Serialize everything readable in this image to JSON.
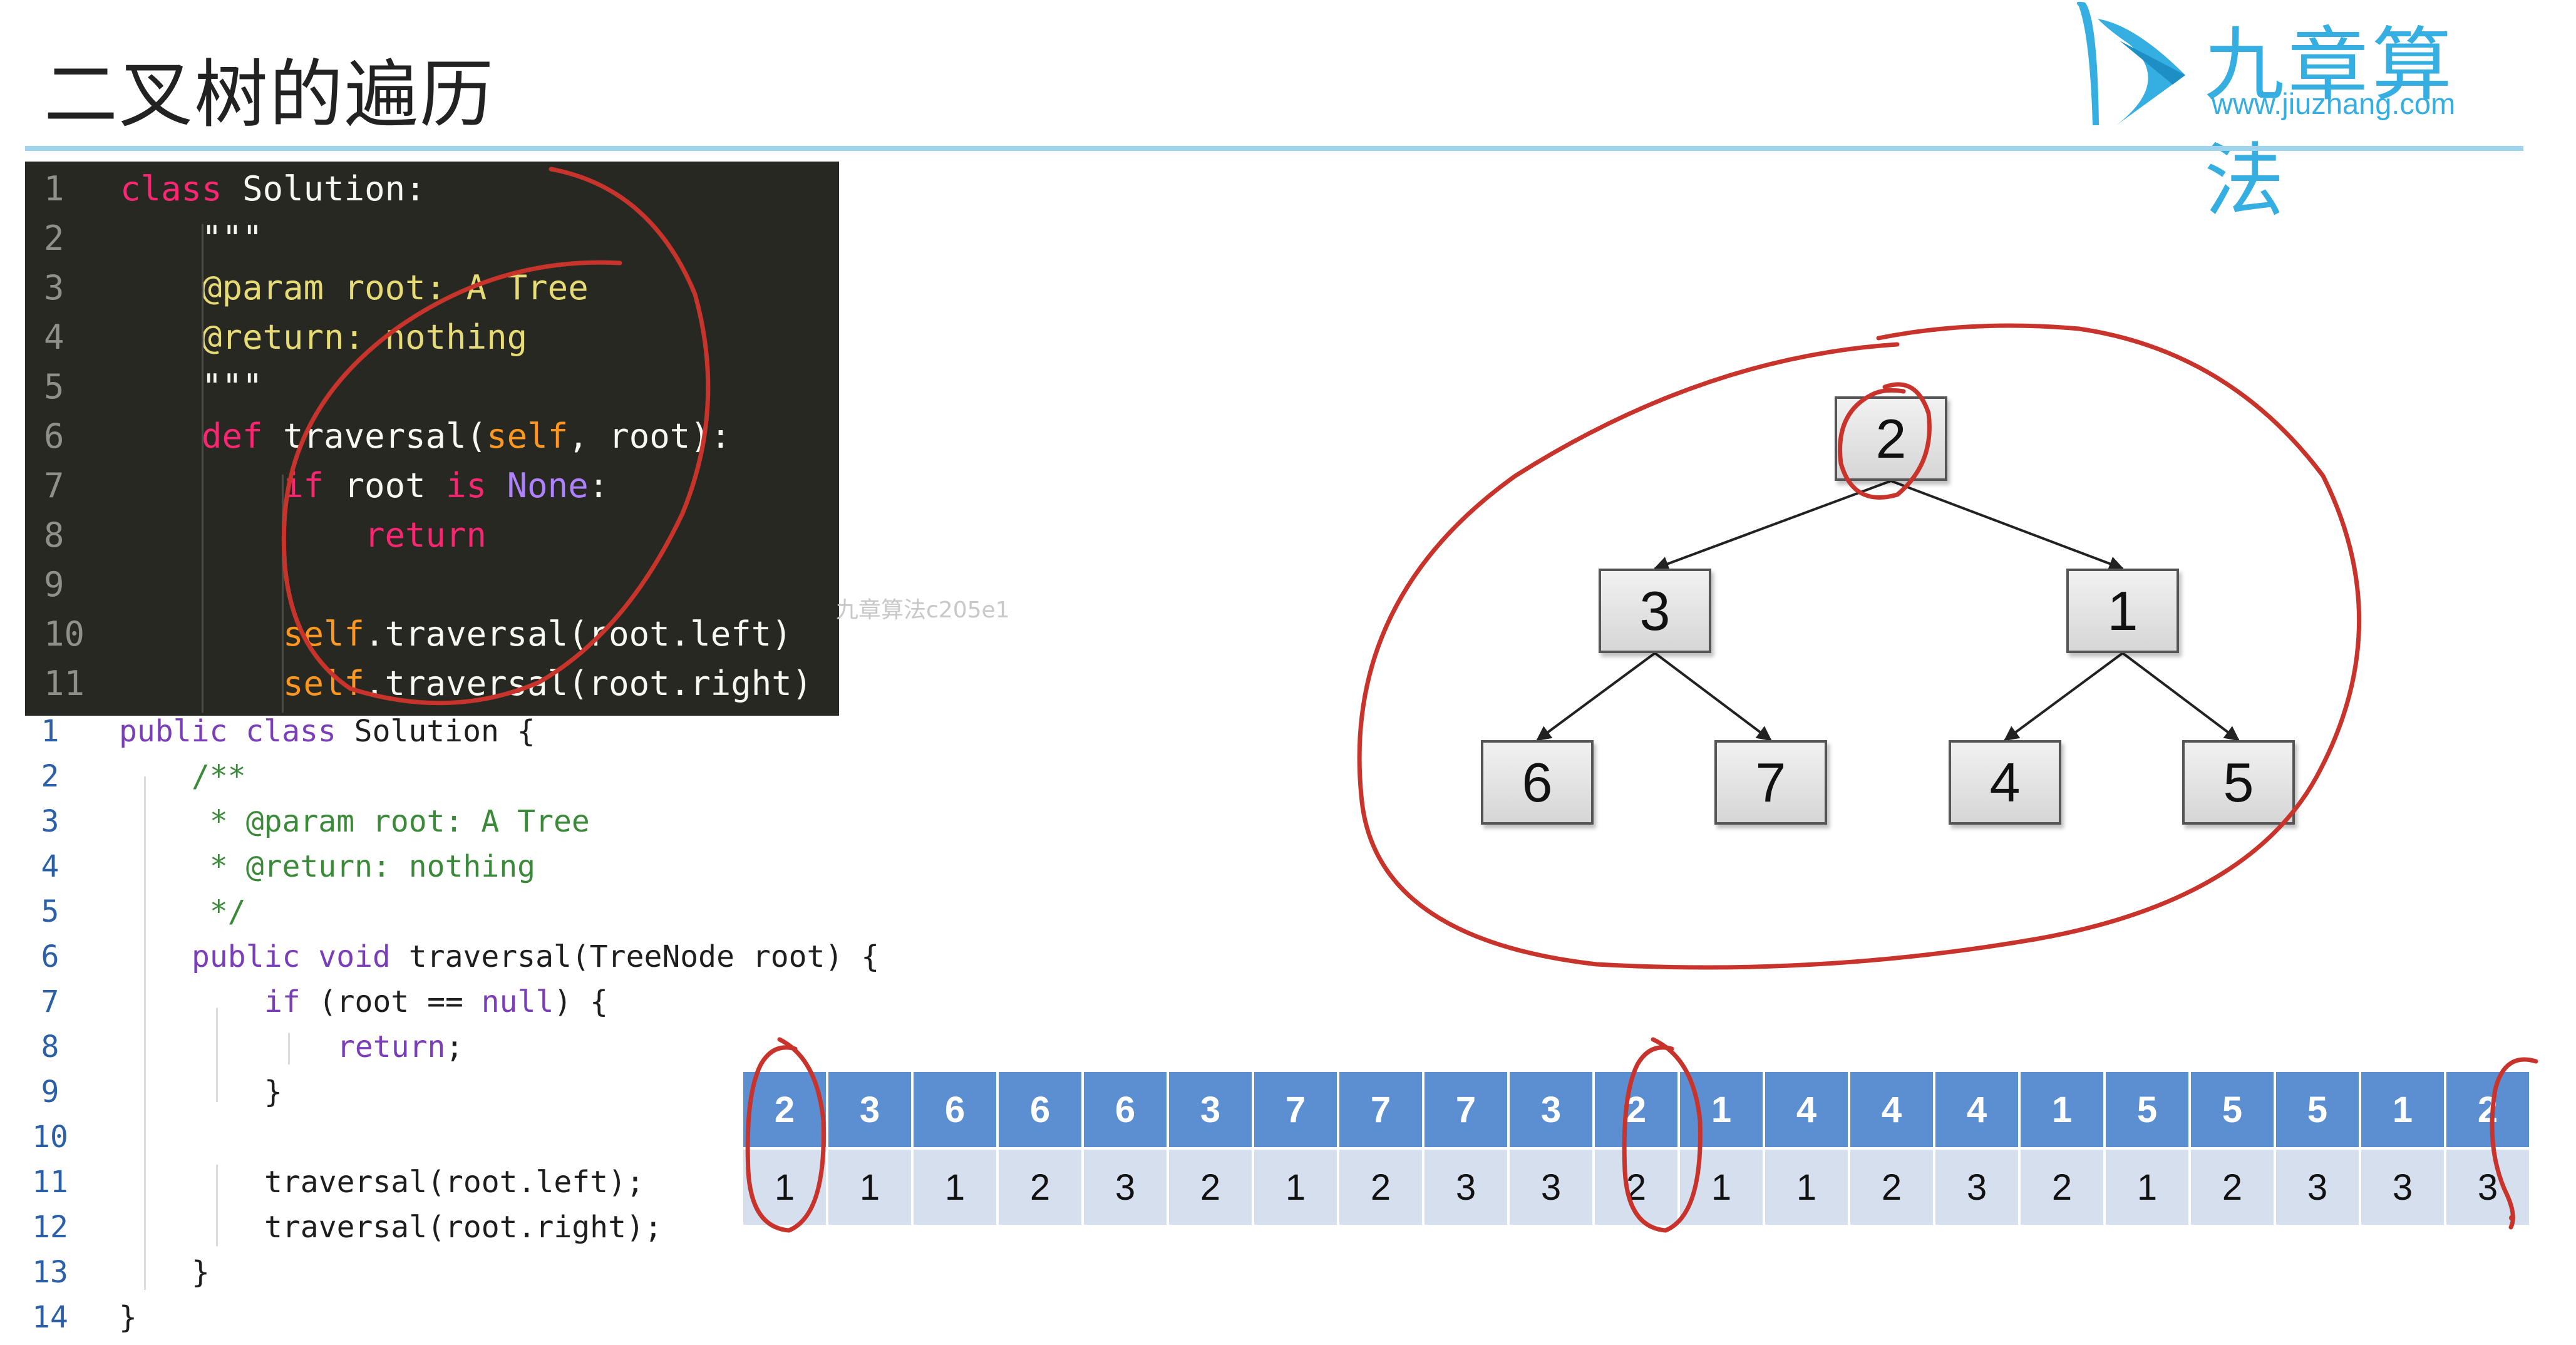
{
  "slide": {
    "title": "二叉树的遍历",
    "watermark": "九章算法c205e1"
  },
  "logo": {
    "name": "九章算法",
    "url": "www.jiuzhang.com",
    "color": "#35aee2"
  },
  "python_code": {
    "lines": [
      {
        "n": "1",
        "indent": 0,
        "tokens": [
          {
            "t": "class",
            "c": "kw"
          },
          {
            "t": " Solution:",
            "c": "pl"
          }
        ]
      },
      {
        "n": "2",
        "indent": 1,
        "tokens": [
          {
            "t": "\"\"\"",
            "c": "pl"
          }
        ]
      },
      {
        "n": "3",
        "indent": 1,
        "tokens": [
          {
            "t": "@param root: A Tree",
            "c": "doc"
          }
        ]
      },
      {
        "n": "4",
        "indent": 1,
        "tokens": [
          {
            "t": "@return: nothing",
            "c": "doc"
          }
        ]
      },
      {
        "n": "5",
        "indent": 1,
        "tokens": [
          {
            "t": "\"\"\"",
            "c": "pl"
          }
        ]
      },
      {
        "n": "6",
        "indent": 1,
        "tokens": [
          {
            "t": "def",
            "c": "kw"
          },
          {
            "t": " traversal(",
            "c": "pl"
          },
          {
            "t": "self",
            "c": "self"
          },
          {
            "t": ", root):",
            "c": "pl"
          }
        ]
      },
      {
        "n": "7",
        "indent": 2,
        "tokens": [
          {
            "t": "if",
            "c": "kw"
          },
          {
            "t": " root ",
            "c": "pl"
          },
          {
            "t": "is",
            "c": "kw"
          },
          {
            "t": " ",
            "c": "pl"
          },
          {
            "t": "None",
            "c": "const"
          },
          {
            "t": ":",
            "c": "pl"
          }
        ]
      },
      {
        "n": "8",
        "indent": 3,
        "tokens": [
          {
            "t": "return",
            "c": "kw"
          }
        ]
      },
      {
        "n": "9",
        "indent": 0,
        "tokens": []
      },
      {
        "n": "10",
        "indent": 2,
        "tokens": [
          {
            "t": "self",
            "c": "self"
          },
          {
            "t": ".traversal(root.left)",
            "c": "pl"
          }
        ]
      },
      {
        "n": "11",
        "indent": 2,
        "tokens": [
          {
            "t": "self",
            "c": "self"
          },
          {
            "t": ".traversal(root.right)",
            "c": "pl"
          }
        ]
      }
    ]
  },
  "java_code": {
    "lines": [
      {
        "n": "1",
        "indent": 0,
        "tokens": [
          {
            "t": "public class",
            "c": "kw"
          },
          {
            "t": " Solution {",
            "c": "pl"
          }
        ]
      },
      {
        "n": "2",
        "indent": 1,
        "tokens": [
          {
            "t": "/**",
            "c": "cm"
          }
        ]
      },
      {
        "n": "3",
        "indent": 1,
        "tokens": [
          {
            "t": " * @param root: A Tree",
            "c": "cm"
          }
        ]
      },
      {
        "n": "4",
        "indent": 1,
        "tokens": [
          {
            "t": " * @return: nothing",
            "c": "cm"
          }
        ]
      },
      {
        "n": "5",
        "indent": 1,
        "tokens": [
          {
            "t": " */",
            "c": "cm"
          }
        ]
      },
      {
        "n": "6",
        "indent": 1,
        "tokens": [
          {
            "t": "public void",
            "c": "kw"
          },
          {
            "t": " traversal(TreeNode root) {",
            "c": "pl"
          }
        ]
      },
      {
        "n": "7",
        "indent": 2,
        "tokens": [
          {
            "t": "if",
            "c": "kw"
          },
          {
            "t": " (root == ",
            "c": "pl"
          },
          {
            "t": "null",
            "c": "kw"
          },
          {
            "t": ") {",
            "c": "pl"
          }
        ]
      },
      {
        "n": "8",
        "indent": 3,
        "tokens": [
          {
            "t": "return",
            "c": "kw"
          },
          {
            "t": ";",
            "c": "pl"
          }
        ]
      },
      {
        "n": "9",
        "indent": 2,
        "tokens": [
          {
            "t": "}",
            "c": "pl"
          }
        ]
      },
      {
        "n": "10",
        "indent": 0,
        "tokens": []
      },
      {
        "n": "11",
        "indent": 2,
        "tokens": [
          {
            "t": "traversal(root.left);",
            "c": "pl"
          }
        ]
      },
      {
        "n": "12",
        "indent": 2,
        "tokens": [
          {
            "t": "traversal(root.right);",
            "c": "pl"
          }
        ]
      },
      {
        "n": "13",
        "indent": 1,
        "tokens": [
          {
            "t": "}",
            "c": "pl"
          }
        ]
      },
      {
        "n": "14",
        "indent": 0,
        "tokens": [
          {
            "t": "}",
            "c": "pl"
          }
        ]
      }
    ]
  },
  "tree": {
    "nodes": [
      {
        "id": "n2",
        "label": "2"
      },
      {
        "id": "n3",
        "label": "3"
      },
      {
        "id": "n1",
        "label": "1"
      },
      {
        "id": "n6",
        "label": "6"
      },
      {
        "id": "n7",
        "label": "7"
      },
      {
        "id": "n4",
        "label": "4"
      },
      {
        "id": "n5",
        "label": "5"
      }
    ],
    "edges": [
      [
        "n2",
        "n3"
      ],
      [
        "n2",
        "n1"
      ],
      [
        "n3",
        "n6"
      ],
      [
        "n3",
        "n7"
      ],
      [
        "n1",
        "n4"
      ],
      [
        "n1",
        "n5"
      ]
    ]
  },
  "traversal": {
    "values": [
      "2",
      "3",
      "6",
      "6",
      "6",
      "3",
      "7",
      "7",
      "7",
      "3",
      "2",
      "1",
      "4",
      "4",
      "4",
      "1",
      "5",
      "5",
      "5",
      "1",
      "2"
    ],
    "depths": [
      "1",
      "1",
      "1",
      "2",
      "3",
      "2",
      "1",
      "2",
      "3",
      "3",
      "2",
      "1",
      "1",
      "2",
      "3",
      "2",
      "1",
      "2",
      "3",
      "3",
      "3"
    ]
  },
  "colors": {
    "annotation": "#c8342b",
    "py_keyword": "#f92672",
    "py_doc": "#e6db74",
    "py_self": "#fd971f",
    "py_const": "#ae81ff",
    "java_keyword": "#7a3fb8",
    "java_comment": "#3a8a3a",
    "table_header": "#5b8fd1",
    "table_row": "#d6dfee"
  }
}
